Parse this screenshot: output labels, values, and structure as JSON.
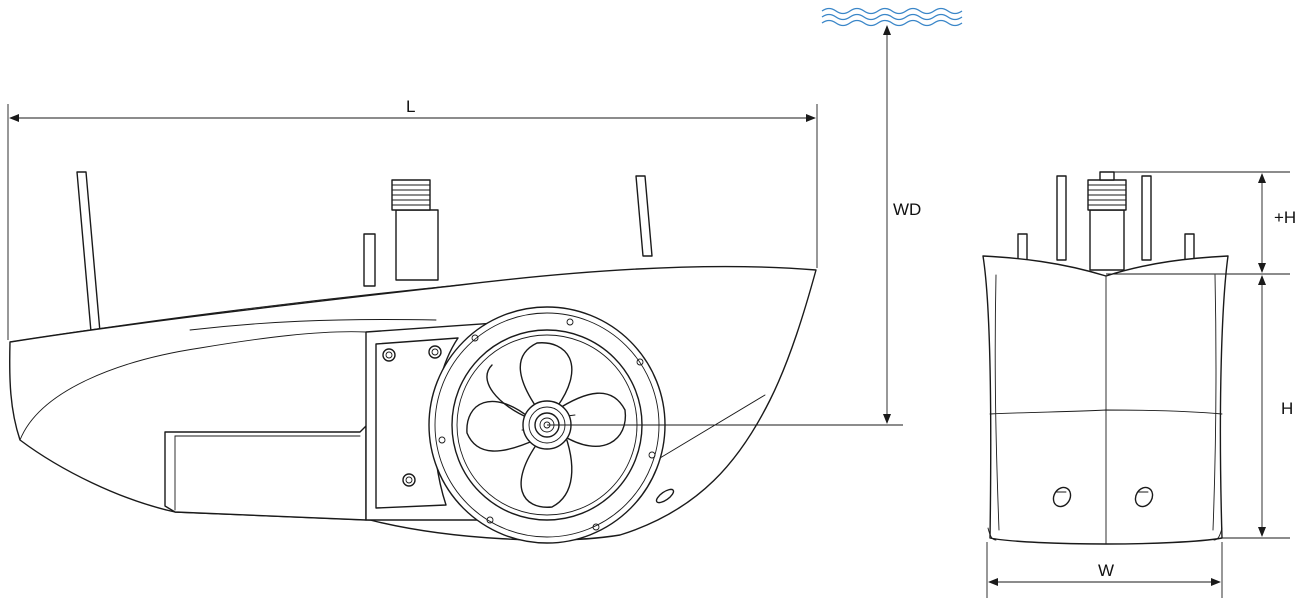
{
  "labels": {
    "length": "L",
    "water_depth": "WD",
    "extra_height": "+H",
    "height": "H",
    "width": "W"
  },
  "colors": {
    "line": "#1a1a1a",
    "water": "#3a86c8",
    "background": "#ffffff"
  }
}
